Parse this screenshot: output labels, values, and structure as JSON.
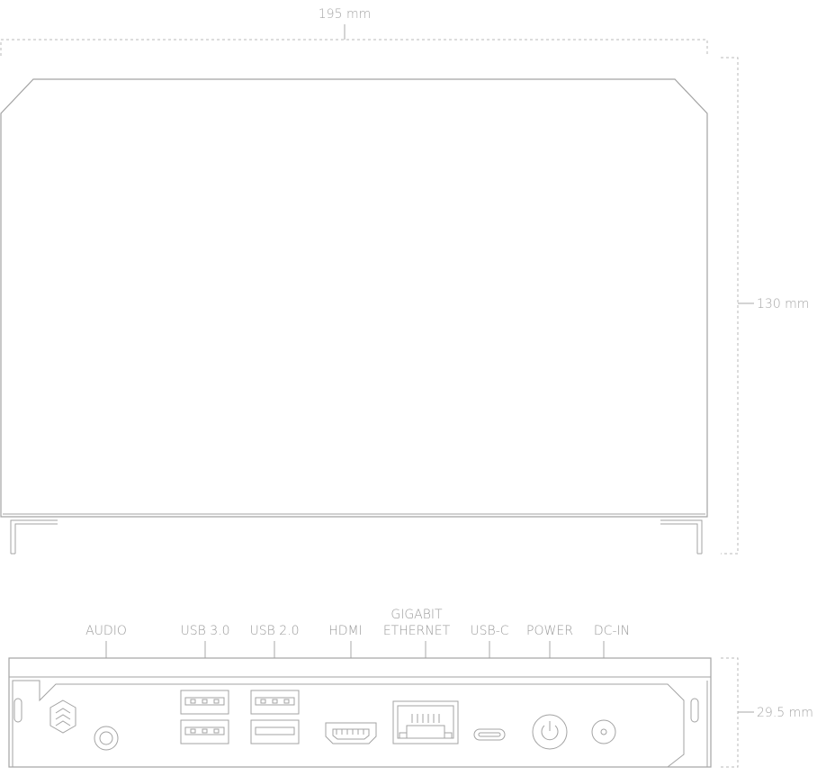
{
  "dimensions": {
    "width": "195 mm",
    "depth": "130 mm",
    "height": "29.5 mm"
  },
  "ports": {
    "audio": "AUDIO",
    "usb3": "USB 3.0",
    "usb2": "USB 2.0",
    "hdmi": "HDMI",
    "ethernet_line1": "GIGABIT",
    "ethernet_line2": "ETHERNET",
    "usbc": "USB-C",
    "power": "POWER",
    "dcin": "DC-IN"
  },
  "colors": {
    "line": "#a3a3a3",
    "text": "#9a9a9a",
    "background": "#ffffff"
  }
}
